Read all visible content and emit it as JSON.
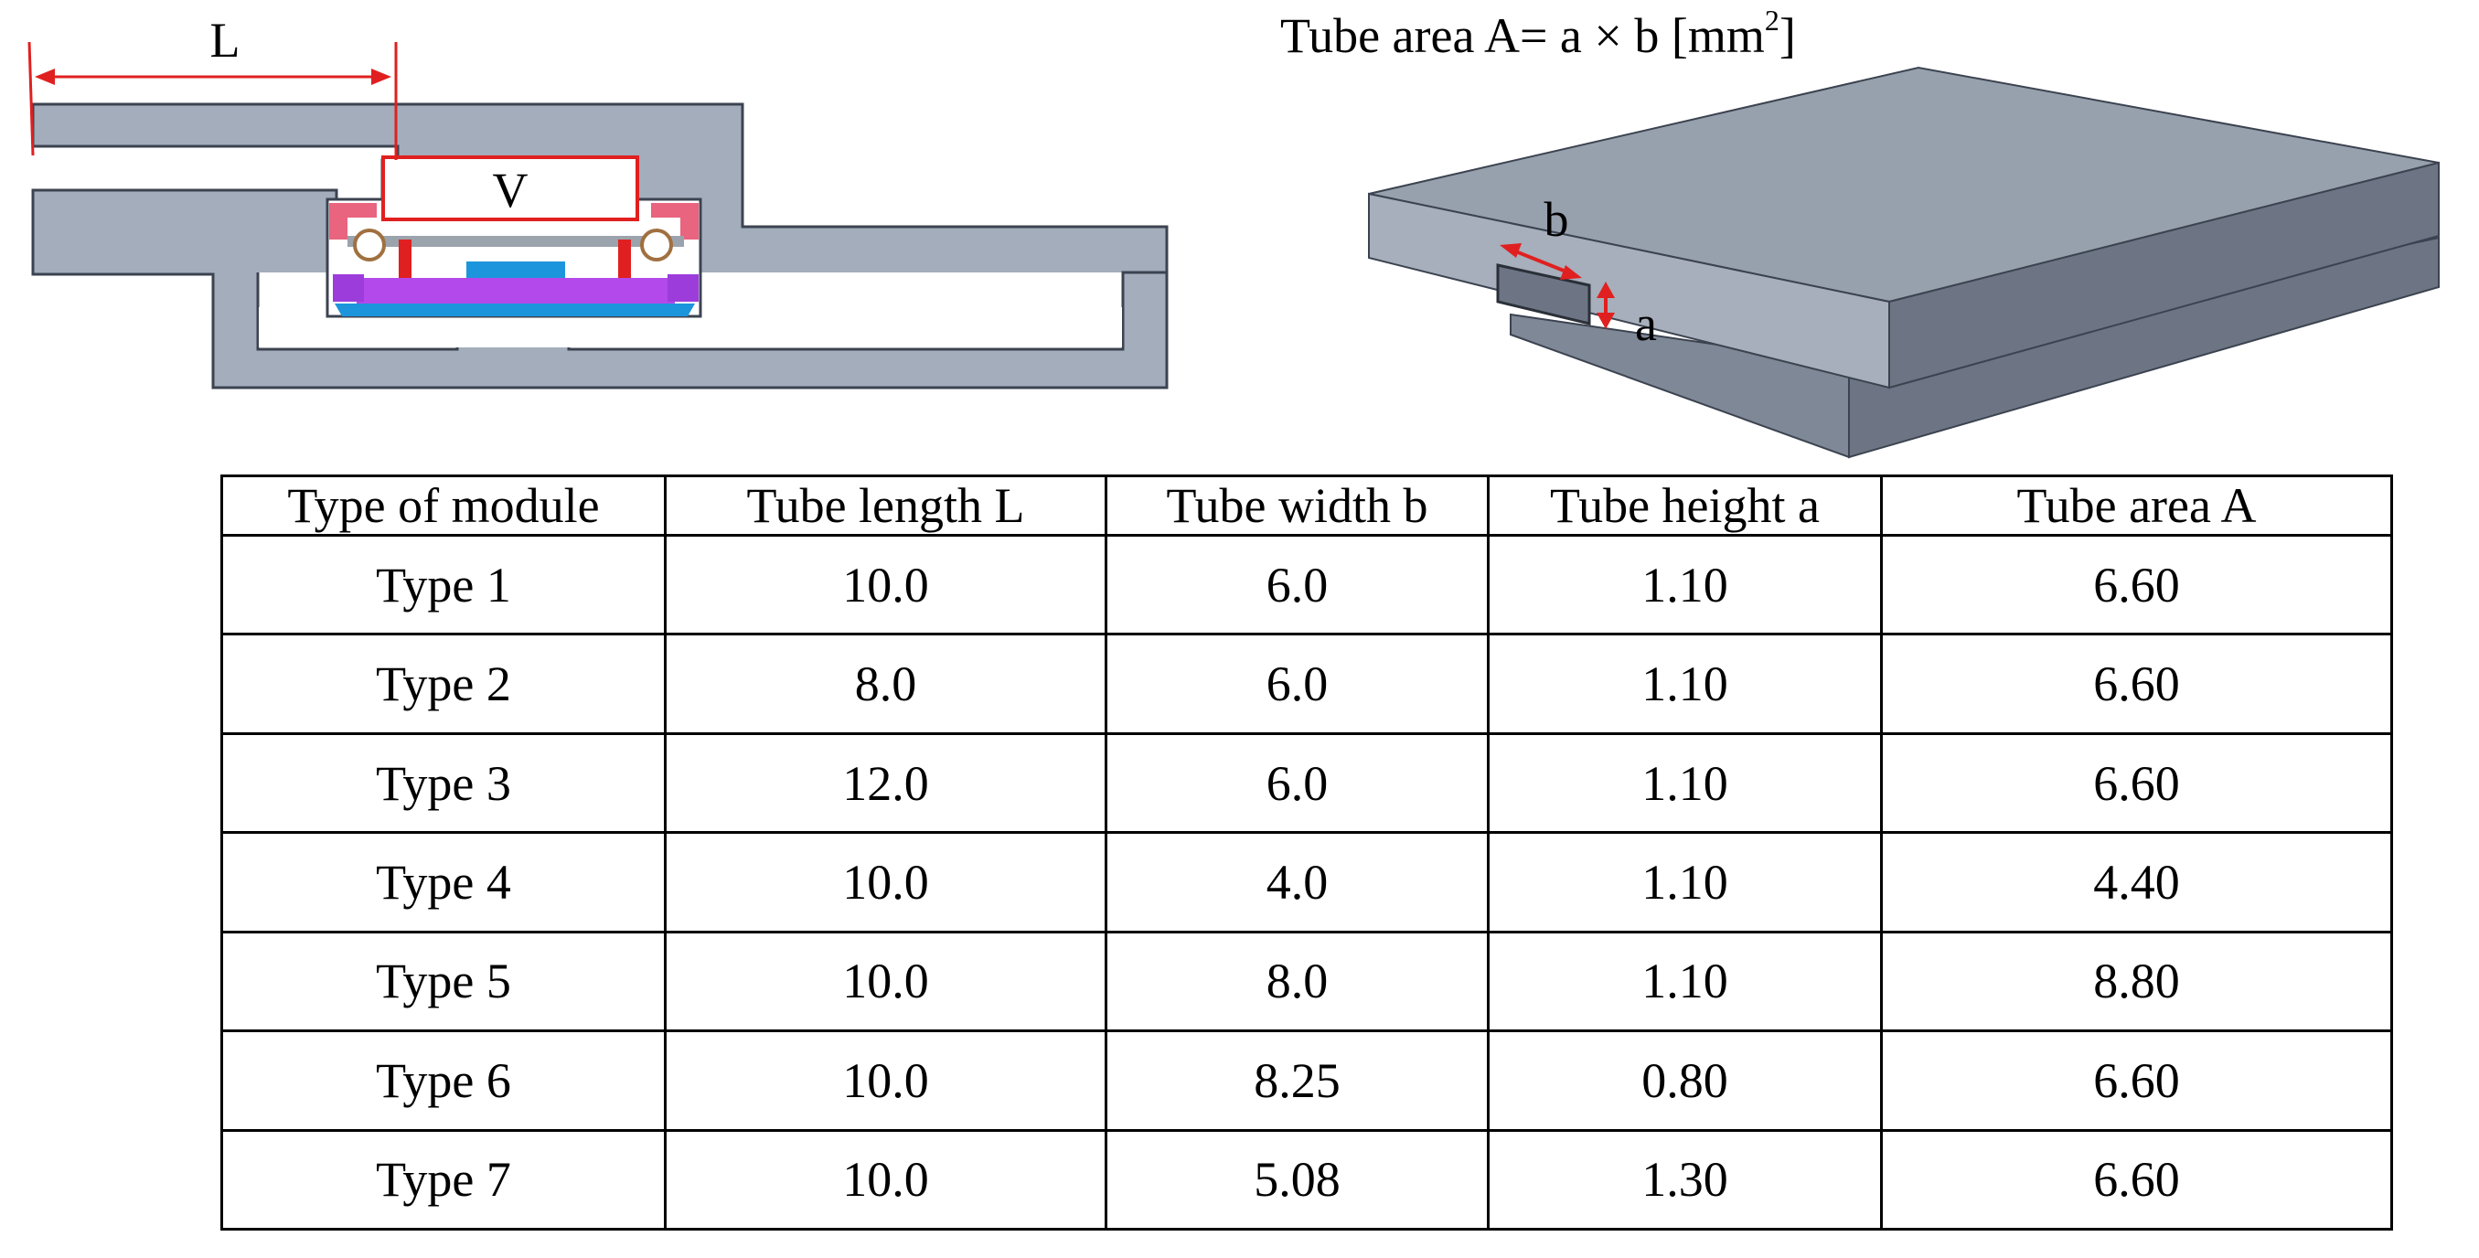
{
  "cross_section": {
    "length_label": "L",
    "volume_label": "V"
  },
  "iso_view": {
    "formula_prefix": "Tube area A= a × b [mm",
    "formula_sup": "2",
    "formula_suffix": "]",
    "width_label": "b",
    "height_label": "a"
  },
  "table": {
    "headers": [
      "Type of module",
      "Tube length L",
      "Tube width b",
      "Tube height a",
      "Tube area A"
    ],
    "rows": [
      [
        "Type 1",
        "10.0",
        "6.0",
        "1.10",
        "6.60"
      ],
      [
        "Type 2",
        "8.0",
        "6.0",
        "1.10",
        "6.60"
      ],
      [
        "Type 3",
        "12.0",
        "6.0",
        "1.10",
        "6.60"
      ],
      [
        "Type 4",
        "10.0",
        "4.0",
        "1.10",
        "4.40"
      ],
      [
        "Type 5",
        "10.0",
        "8.0",
        "1.10",
        "8.80"
      ],
      [
        "Type 6",
        "10.0",
        "8.25",
        "0.80",
        "6.60"
      ],
      [
        "Type 7",
        "10.0",
        "5.08",
        "1.30",
        "6.60"
      ]
    ]
  }
}
